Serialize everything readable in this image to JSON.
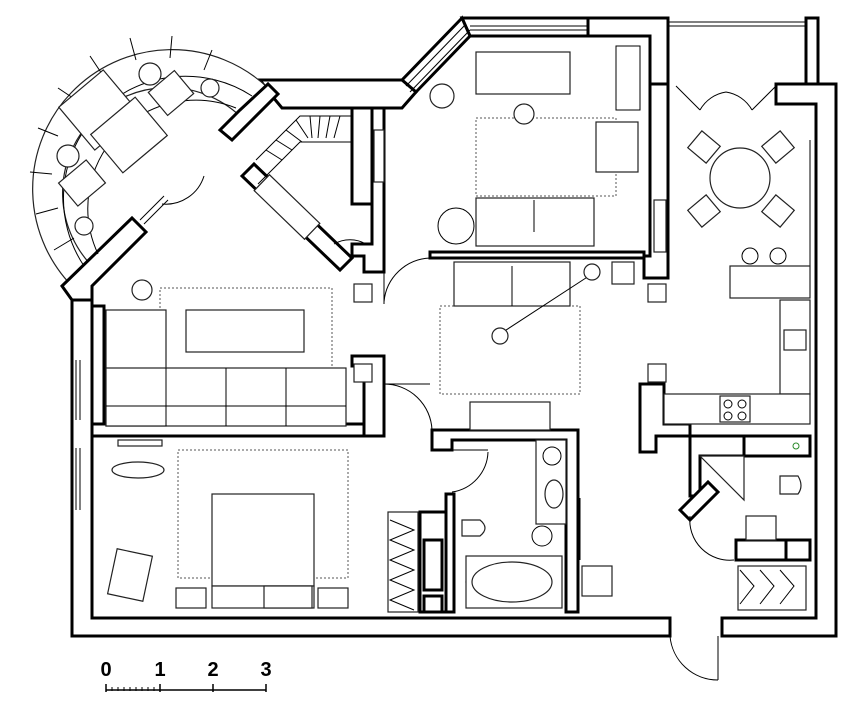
{
  "scale_bar": {
    "labels": [
      "0",
      "1",
      "2",
      "3"
    ]
  }
}
